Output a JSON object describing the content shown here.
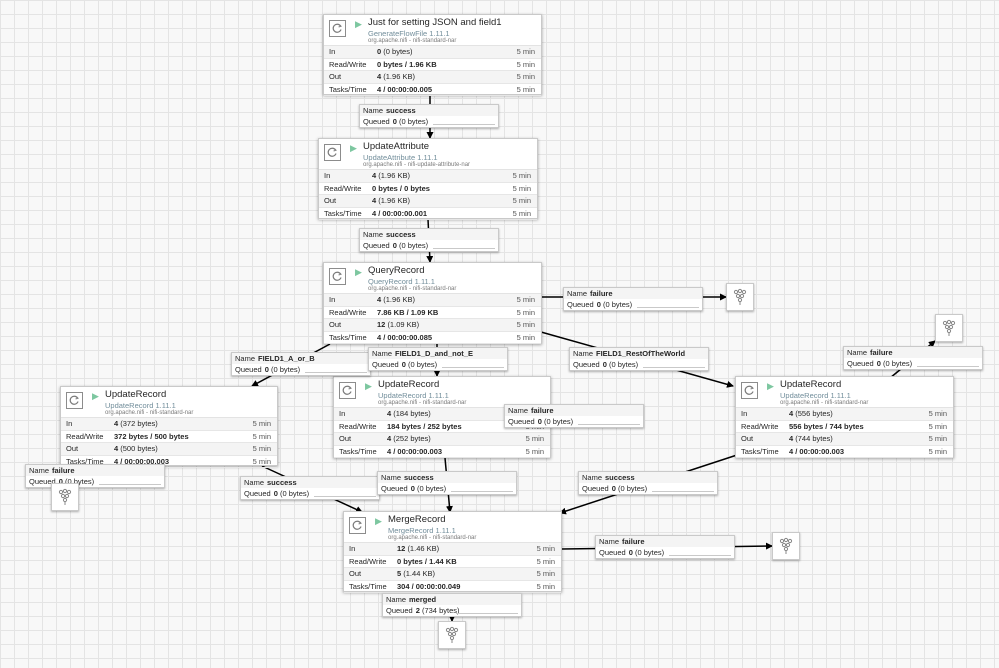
{
  "colors": {
    "running": "#7dc7a0",
    "type": "#728e9b",
    "edge": "#000000"
  },
  "stat_labels": {
    "in": "In",
    "rw": "Read/Write",
    "out": "Out",
    "tasks": "Tasks/Time"
  },
  "conn_labels": {
    "name": "Name",
    "queued": "Queued"
  },
  "processors": [
    {
      "id": "p1",
      "title": "Just for setting JSON and field1",
      "type": "GenerateFlowFile 1.11.1",
      "bundle": "org.apache.nifi - nifi-standard-nar",
      "in_val": "0",
      "in_size": "(0 bytes)",
      "rw": "0 bytes / 1.96 KB",
      "out_val": "4",
      "out_size": "(1.96 KB)",
      "tasks": "4 / 00:00:00.005",
      "window": "5 min"
    },
    {
      "id": "p2",
      "title": "UpdateAttribute",
      "type": "UpdateAttribute 1.11.1",
      "bundle": "org.apache.nifi - nifi-update-attribute-nar",
      "in_val": "4",
      "in_size": "(1.96 KB)",
      "rw": "0 bytes / 0 bytes",
      "out_val": "4",
      "out_size": "(1.96 KB)",
      "tasks": "4 / 00:00:00.001",
      "window": "5 min"
    },
    {
      "id": "p3",
      "title": "QueryRecord",
      "type": "QueryRecord 1.11.1",
      "bundle": "org.apache.nifi - nifi-standard-nar",
      "in_val": "4",
      "in_size": "(1.96 KB)",
      "rw": "7.86 KB / 1.09 KB",
      "out_val": "12",
      "out_size": "(1.09 KB)",
      "tasks": "4 / 00:00:00.085",
      "window": "5 min"
    },
    {
      "id": "p4",
      "title": "UpdateRecord",
      "type": "UpdateRecord 1.11.1",
      "bundle": "org.apache.nifi - nifi-standard-nar",
      "in_val": "4",
      "in_size": "(372 bytes)",
      "rw": "372 bytes / 500 bytes",
      "out_val": "4",
      "out_size": "(500 bytes)",
      "tasks": "4 / 00:00:00.003",
      "window": "5 min"
    },
    {
      "id": "p5",
      "title": "UpdateRecord",
      "type": "UpdateRecord 1.11.1",
      "bundle": "org.apache.nifi - nifi-standard-nar",
      "in_val": "4",
      "in_size": "(184 bytes)",
      "rw": "184 bytes / 252 bytes",
      "out_val": "4",
      "out_size": "(252 bytes)",
      "tasks": "4 / 00:00:00.003",
      "window": "5 min"
    },
    {
      "id": "p6",
      "title": "UpdateRecord",
      "type": "UpdateRecord 1.11.1",
      "bundle": "org.apache.nifi - nifi-standard-nar",
      "in_val": "4",
      "in_size": "(556 bytes)",
      "rw": "556 bytes / 744 bytes",
      "out_val": "4",
      "out_size": "(744 bytes)",
      "tasks": "4 / 00:00:00.003",
      "window": "5 min"
    },
    {
      "id": "p7",
      "title": "MergeRecord",
      "type": "MergeRecord 1.11.1",
      "bundle": "org.apache.nifi - nifi-standard-nar",
      "in_val": "12",
      "in_size": "(1.46 KB)",
      "rw": "0 bytes / 1.44 KB",
      "out_val": "5",
      "out_size": "(1.44 KB)",
      "tasks": "304 / 00:00:00.049",
      "window": "5 min"
    }
  ],
  "connections": [
    {
      "id": "c1",
      "name": "success",
      "queued_val": "0",
      "queued_size": "(0 bytes)"
    },
    {
      "id": "c2",
      "name": "success",
      "queued_val": "0",
      "queued_size": "(0 bytes)"
    },
    {
      "id": "c3",
      "name": "failure",
      "queued_val": "0",
      "queued_size": "(0 bytes)"
    },
    {
      "id": "c4",
      "name": "FIELD1_A_or_B",
      "queued_val": "0",
      "queued_size": "(0 bytes)"
    },
    {
      "id": "c5",
      "name": "FIELD1_D_and_not_E",
      "queued_val": "0",
      "queued_size": "(0 bytes)"
    },
    {
      "id": "c6",
      "name": "FIELD1_RestOfTheWorld",
      "queued_val": "0",
      "queued_size": "(0 bytes)"
    },
    {
      "id": "c7",
      "name": "failure",
      "queued_val": "0",
      "queued_size": "(0 bytes)"
    },
    {
      "id": "c8",
      "name": "failure",
      "queued_val": "0",
      "queued_size": "(0 bytes)"
    },
    {
      "id": "c9",
      "name": "failure",
      "queued_val": "0",
      "queued_size": "(0 bytes)"
    },
    {
      "id": "c10",
      "name": "success",
      "queued_val": "0",
      "queued_size": "(0 bytes)"
    },
    {
      "id": "c11",
      "name": "success",
      "queued_val": "0",
      "queued_size": "(0 bytes)"
    },
    {
      "id": "c12",
      "name": "success",
      "queued_val": "0",
      "queued_size": "(0 bytes)"
    },
    {
      "id": "c13",
      "name": "failure",
      "queued_val": "0",
      "queued_size": "(0 bytes)"
    },
    {
      "id": "c14",
      "name": "merged",
      "queued_val": "2",
      "queued_size": "(734 bytes)"
    }
  ],
  "funnels": [
    {
      "id": "f1",
      "icon": "funnel-icon"
    },
    {
      "id": "f2",
      "icon": "funnel-icon"
    },
    {
      "id": "f3",
      "icon": "funnel-icon"
    },
    {
      "id": "f4",
      "icon": "funnel-icon"
    },
    {
      "id": "f5",
      "icon": "funnel-icon"
    }
  ]
}
